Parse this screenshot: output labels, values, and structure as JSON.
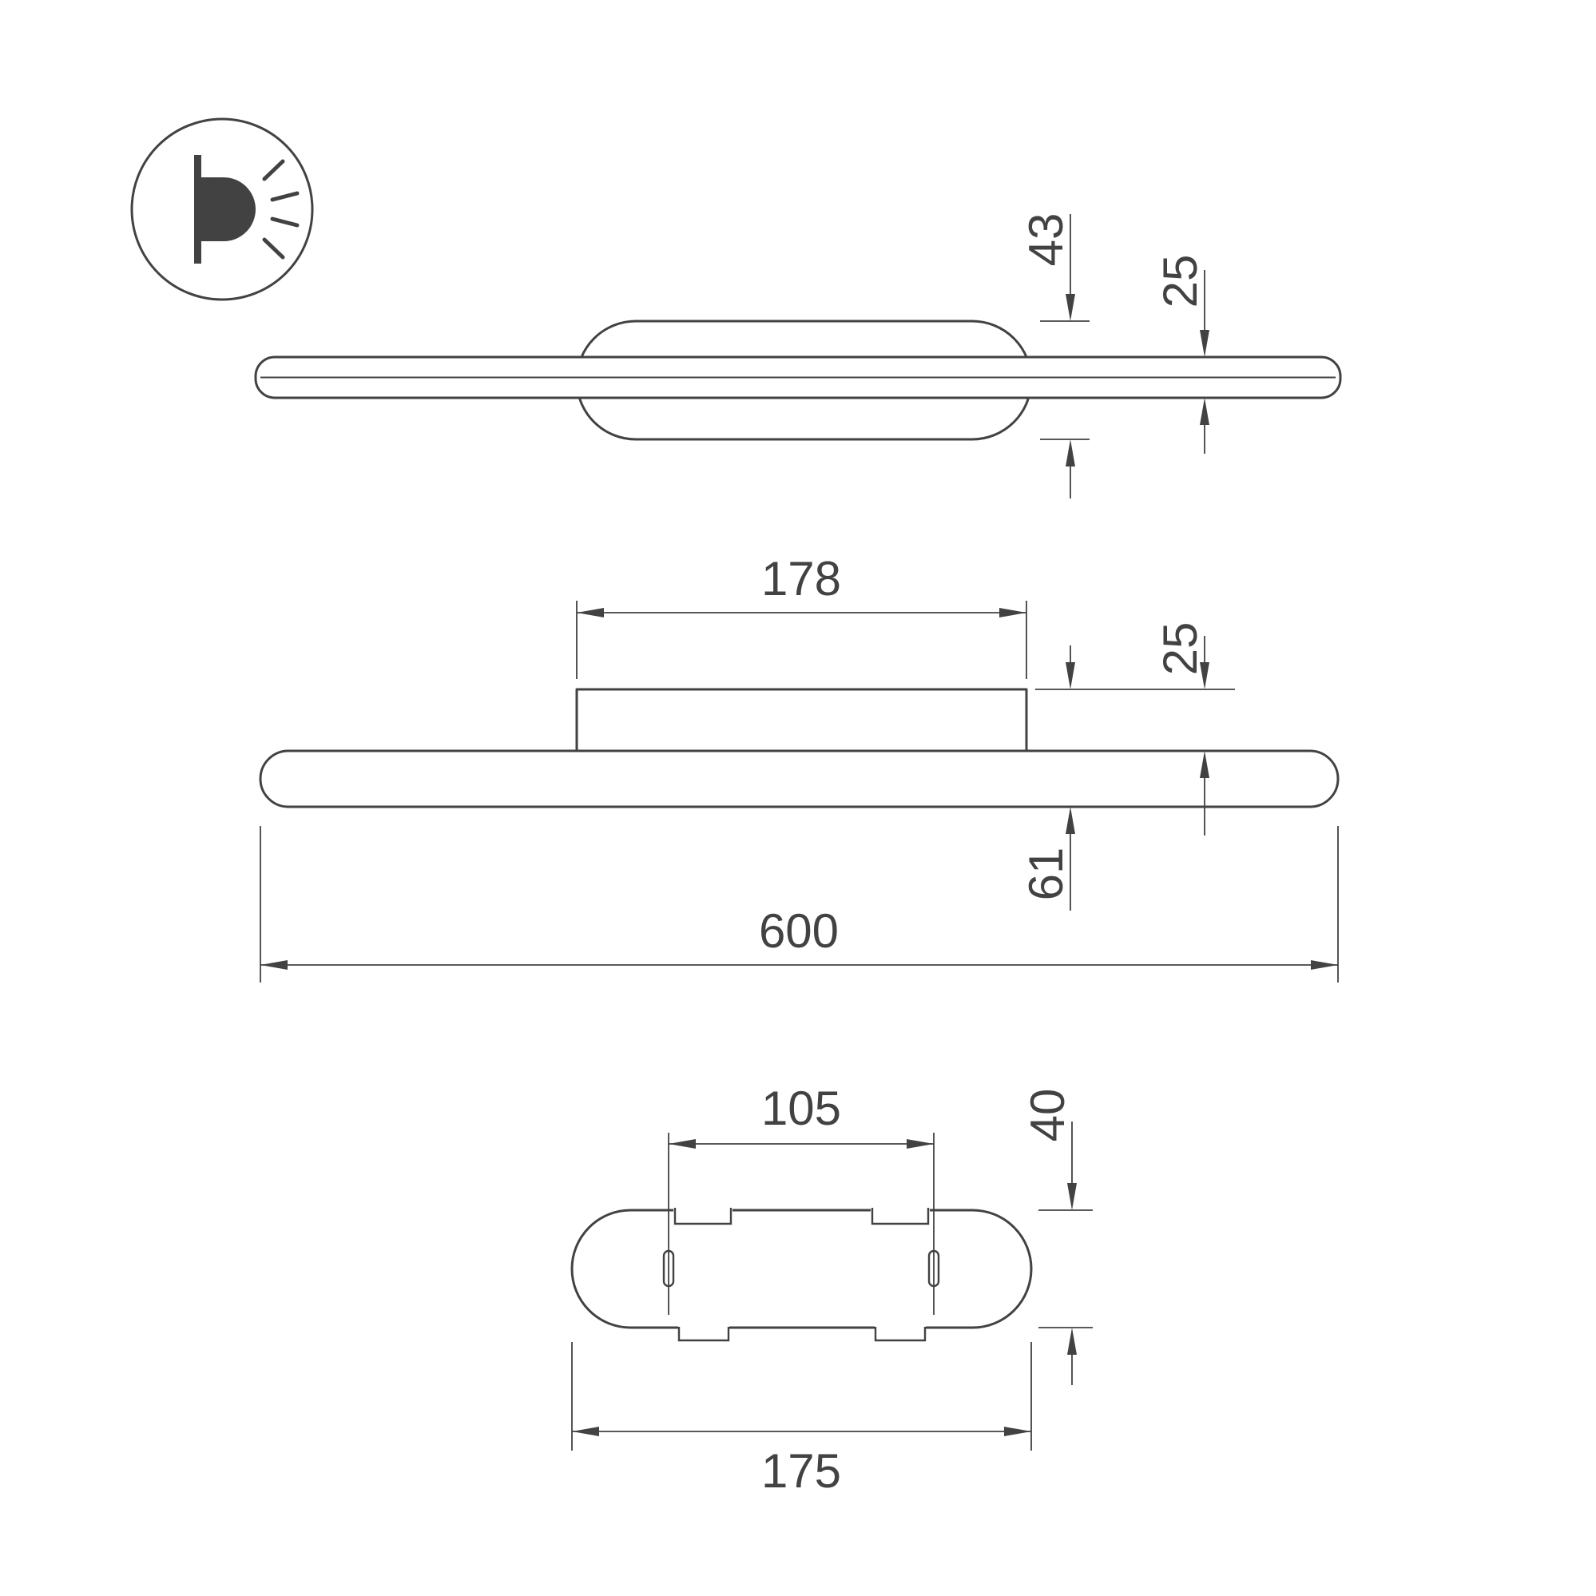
{
  "colors": {
    "line": "#424242",
    "background": "#ffffff"
  },
  "icon": {
    "name": "wall-light-icon"
  },
  "views": {
    "side": {
      "dim_body_height": "43",
      "dim_panel_thickness": "25"
    },
    "front": {
      "dim_mount_box_width": "178",
      "dim_mount_box_depth": "25",
      "dim_total_depth": "61",
      "dim_overall_length": "600"
    },
    "bracket": {
      "dim_hole_spacing": "105",
      "dim_width": "40",
      "dim_length": "175"
    }
  }
}
